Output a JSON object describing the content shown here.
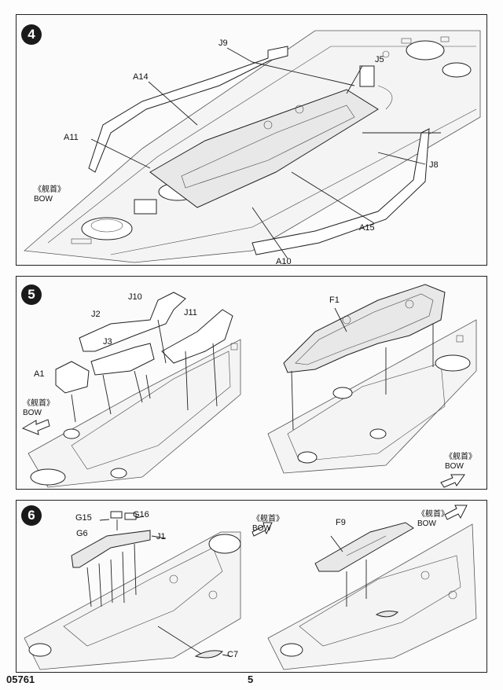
{
  "steps": [
    {
      "number": "4",
      "labels": {
        "a14": "A14",
        "j9": "J9",
        "j5": "J5",
        "a11": "A11",
        "j8": "J8",
        "a15": "A15",
        "a10": "A10"
      },
      "bow": {
        "cn": "《舰首》",
        "en": "BOW"
      }
    },
    {
      "number": "5",
      "labels": {
        "j10": "J10",
        "j2": "J2",
        "j11": "J11",
        "j3": "J3",
        "a1": "A1",
        "f1": "F1"
      },
      "bow_left": {
        "cn": "《舰首》",
        "en": "BOW"
      },
      "bow_right": {
        "cn": "《舰首》",
        "en": "BOW"
      }
    },
    {
      "number": "6",
      "labels": {
        "g15": "G15",
        "g16": "G16",
        "g6": "G6",
        "j1": "J1",
        "c7": "C7",
        "f9": "F9"
      },
      "bow_left": {
        "cn": "《舰首》",
        "en": "BOW"
      },
      "bow_right": {
        "cn": "《舰首》",
        "en": "BOW"
      }
    }
  ],
  "footer": {
    "code": "05761",
    "page": "5"
  }
}
